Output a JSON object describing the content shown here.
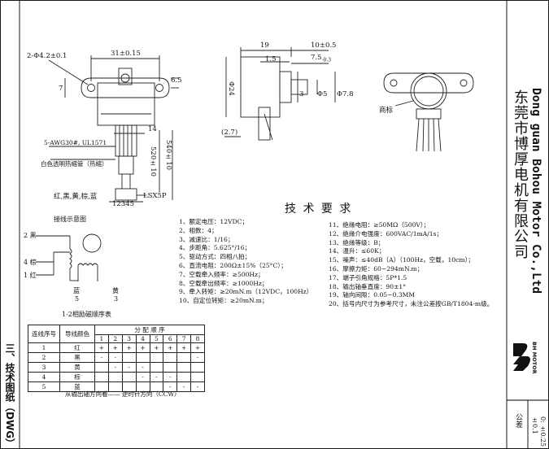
{
  "section_title": "三、技术图纸（DWG）",
  "company_cn": "东莞市博厚电机有限公司",
  "company_en": "Dong guan Bohou Motor Co.,Ltd",
  "logo_text": "BH MOTOR",
  "tolerance": {
    "label": "公差",
    "line1": "±0.1",
    "line2": "0: ±0.25"
  },
  "dims": {
    "hole": "2-Φ4.2±0.1",
    "width": "31±0.15",
    "left_h": "7",
    "right_h": "6.5",
    "wire_w": "14",
    "wire_spec": "5-AWG30#, UL1571",
    "sleeve": "白色透明热缩管（热缩）",
    "len520": "520±10",
    "len540": "540±10",
    "colors": "红,黑,黄,棕,蓝",
    "connector": "LSX5P",
    "pins": "12345",
    "d19": "19",
    "d15": "1.5",
    "d10": "10±0.5",
    "d75": "7.5",
    "d75tol": "-0.3",
    "dia24": "Φ24",
    "d3": "3",
    "dia5": "Φ5",
    "dia78": "Φ7.8",
    "d27": "(2.7)",
    "label_tag": "商标"
  },
  "req_title": "技 术 要 求",
  "specs_left": [
    "1、额定电压：12VDC；",
    "2、相数：4；",
    "3、减速比：1/16；",
    "4、步距角：5.625°/16；",
    "5、驱动方式：四相八拍；",
    "6、直流电阻：200Ω±15%（25°C）；",
    "7、空载牵入频率：≥500Hz；",
    "8、空载牵出频率：≥1000Hz；",
    "9、牵入转矩：≥20mN.m（12VDC，100Hz）",
    "10、自定位转矩：≥20mN.m；"
  ],
  "specs_right": [
    "11、绝缘电阻：≥50MΩ（500V）；",
    "12、绝缘介电强度：600VAC/1mA/1s；",
    "13、绝缘等级：B；",
    "14、温升：≤60K；",
    "15、噪声：≤40dB（A）（100Hz，空载，10cm）；",
    "16、摩擦力矩：60~294mN.m；",
    "17、端子引角规格：5P*1.5",
    "18、输出轴垂直度：90±1°",
    "19、轴向间隙：0.05~0.3MM",
    "20、括号内尺寸为参考尺寸，未注公差按GB/T1804-m级。"
  ],
  "wiring": {
    "title": "接线示意图",
    "labels": {
      "black": "2 黑",
      "brown": "4 棕",
      "red": "1 红",
      "blue": "蓝",
      "blue_n": "5",
      "yellow": "黄",
      "yellow_n": "3"
    },
    "caption": "1-2相励磁顺序表"
  },
  "seq_table": {
    "h_no": "连线序号",
    "h_color": "导线颜色",
    "h_seq": "分 配 顺 序",
    "steps": [
      "1",
      "2",
      "3",
      "4",
      "5",
      "6",
      "7",
      "8"
    ],
    "rows": [
      {
        "no": "1",
        "color": "红",
        "cells": [
          "+",
          "+",
          "+",
          "+",
          "+",
          "+",
          "+",
          "+"
        ]
      },
      {
        "no": "2",
        "color": "黑",
        "cells": [
          "-",
          "-",
          "",
          "",
          "",
          "",
          "",
          "-"
        ]
      },
      {
        "no": "3",
        "color": "黄",
        "cells": [
          "",
          "-",
          "-",
          "-",
          "",
          "",
          "",
          ""
        ]
      },
      {
        "no": "4",
        "color": "棕",
        "cells": [
          "",
          "",
          "",
          "-",
          "-",
          "-",
          "",
          ""
        ]
      },
      {
        "no": "5",
        "color": "蓝",
        "cells": [
          "",
          "",
          "",
          "",
          "",
          "-",
          "-",
          "-"
        ]
      }
    ]
  },
  "direction": "从输出轴方向看——    逆时针方向（CCW）"
}
